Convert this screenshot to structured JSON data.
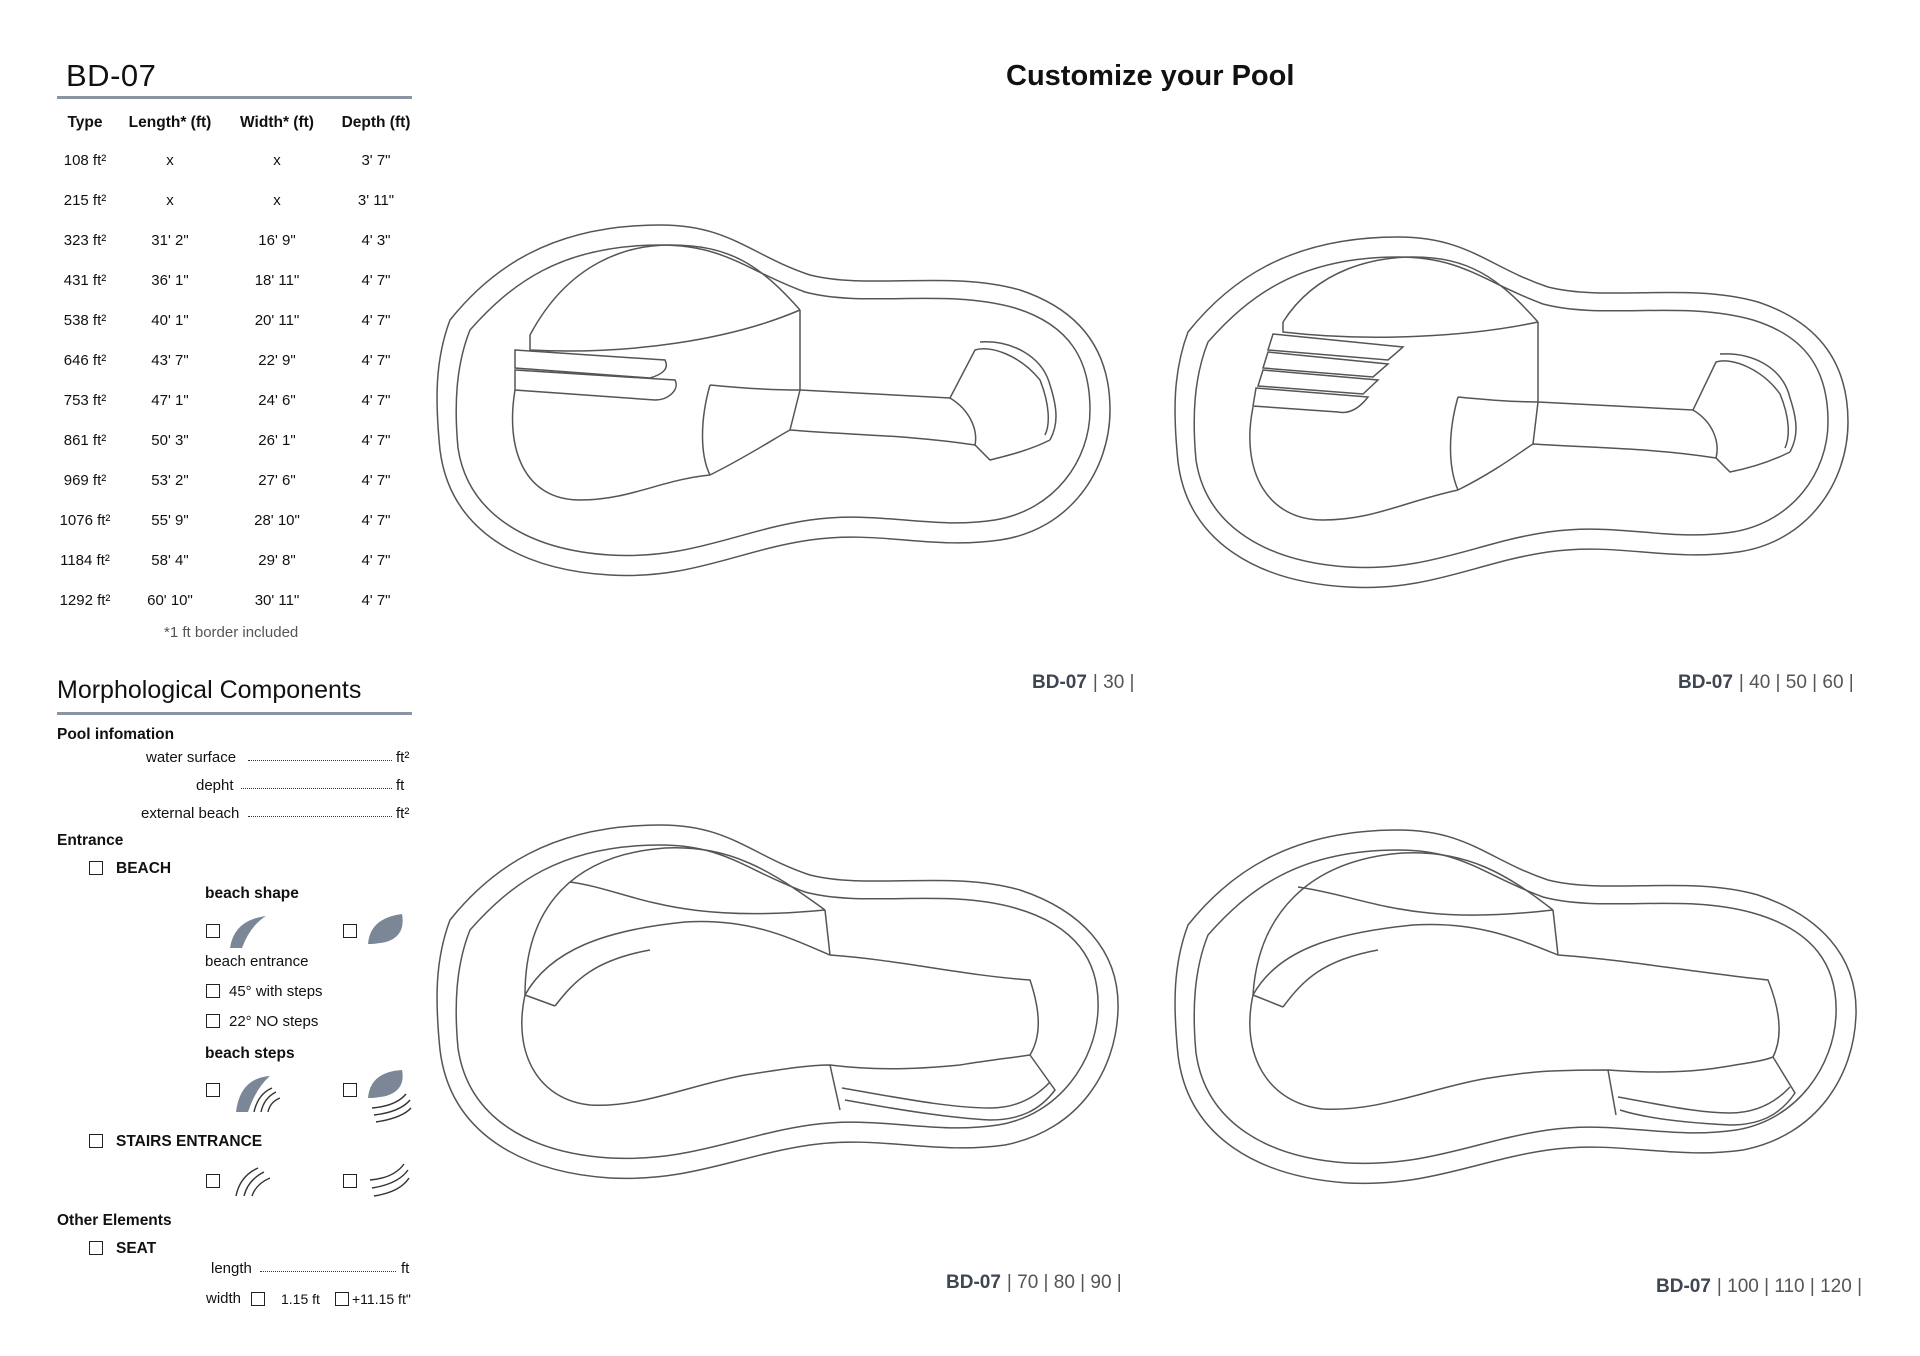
{
  "model": "BD-07",
  "page_title": "Customize your Pool",
  "table": {
    "headers": [
      "Type",
      "Length* (ft)",
      "Width* (ft)",
      "Depth (ft)"
    ],
    "rows": [
      [
        "108 ft²",
        "x",
        "x",
        "3' 7\""
      ],
      [
        "215 ft²",
        "x",
        "x",
        "3' 11\""
      ],
      [
        "323 ft²",
        "31' 2\"",
        "16' 9\"",
        "4' 3\""
      ],
      [
        "431 ft²",
        "36' 1\"",
        "18' 11\"",
        "4' 7\""
      ],
      [
        "538 ft²",
        "40' 1\"",
        "20' 11\"",
        "4' 7\""
      ],
      [
        "646 ft²",
        "43' 7\"",
        "22' 9\"",
        "4' 7\""
      ],
      [
        "753 ft²",
        "47' 1\"",
        "24' 6\"",
        "4' 7\""
      ],
      [
        "861 ft²",
        "50' 3\"",
        "26' 1\"",
        "4' 7\""
      ],
      [
        "969 ft²",
        "53' 2\"",
        "27' 6\"",
        "4' 7\""
      ],
      [
        "1076 ft²",
        "55' 9\"",
        "28' 10\"",
        "4' 7\""
      ],
      [
        "1184 ft²",
        "58' 4\"",
        "29' 8\"",
        "4' 7\""
      ],
      [
        "1292 ft²",
        "60' 10\"",
        "30' 11\"",
        "4' 7\""
      ]
    ],
    "note": "*1 ft border included"
  },
  "morph": {
    "title": "Morphological Components",
    "pool_info": "Pool infomation",
    "water_surface": "water surface",
    "depth": "depht",
    "external_beach": "external beach",
    "unit_ft2": "ft²",
    "unit_ft": "ft",
    "entrance": "Entrance",
    "beach": "BEACH",
    "beach_shape": "beach shape",
    "beach_entrance": "beach entrance",
    "opt_45": "45° with steps",
    "opt_22": "22° NO steps",
    "beach_steps": "beach steps",
    "stairs_entrance": "STAIRS ENTRANCE",
    "other_elements": "Other Elements",
    "seat": "SEAT",
    "length": "length",
    "width": "width",
    "w1": "1.15 ft",
    "w2": "+11.15 ft\""
  },
  "captions": [
    {
      "model": "BD-07",
      "sizes": "| 30 |"
    },
    {
      "model": "BD-07",
      "sizes": "| 40 |  50  | 60 |"
    },
    {
      "model": "BD-07",
      "sizes": "| 70 |  80  | 90 |"
    },
    {
      "model": "BD-07",
      "sizes": "| 100 |  110  | 120 |"
    }
  ],
  "icons": [
    "beach-shape-quarter-icon",
    "beach-shape-full-icon",
    "beach-steps-quarter-icon",
    "beach-steps-full-icon",
    "stairs-quarter-icon",
    "stairs-full-icon"
  ]
}
